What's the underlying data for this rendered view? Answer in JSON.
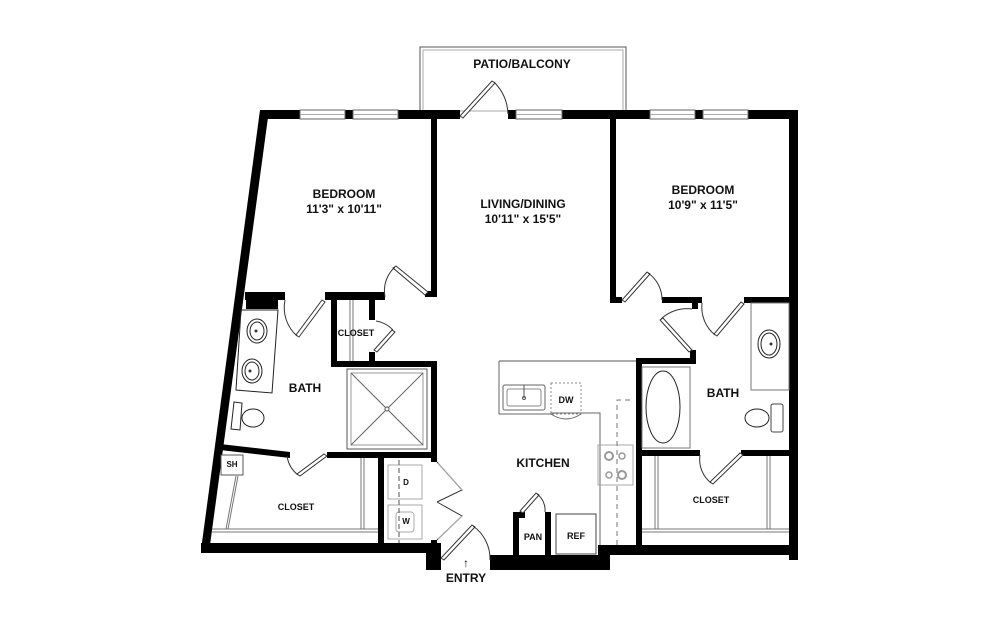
{
  "floorplan": {
    "rooms": [
      {
        "id": "bedroom-left",
        "name": "BEDROOM",
        "dimensions": "11'3\" x 10'11\""
      },
      {
        "id": "living-dining",
        "name": "LIVING/DINING",
        "dimensions": "10'11\" x 15'5\""
      },
      {
        "id": "bedroom-right",
        "name": "BEDROOM",
        "dimensions": "10'9\" x 11'5\""
      },
      {
        "id": "patio",
        "name": "PATIO/BALCONY"
      },
      {
        "id": "bath-left",
        "name": "BATH"
      },
      {
        "id": "bath-right",
        "name": "BATH"
      },
      {
        "id": "closet-small",
        "name": "CLOSET"
      },
      {
        "id": "closet-left",
        "name": "CLOSET"
      },
      {
        "id": "closet-right",
        "name": "CLOSET"
      },
      {
        "id": "kitchen",
        "name": "KITCHEN"
      }
    ],
    "fixtures": {
      "dishwasher": "DW",
      "pantry": "PAN",
      "refrigerator": "REF",
      "dryer": "D",
      "washer": "W",
      "shelf": "SH"
    },
    "entry": {
      "label": "ENTRY",
      "arrow": "↑"
    }
  },
  "colors": {
    "wall": "#000000",
    "background": "#ffffff",
    "fixture": "#888888"
  }
}
